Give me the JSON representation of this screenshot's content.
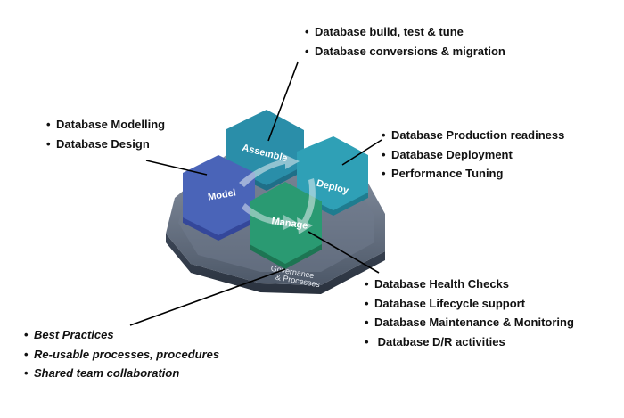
{
  "hexagons": {
    "assemble": {
      "label": "Assemble",
      "color": "#2a8ea9"
    },
    "deploy": {
      "label": "Deploy",
      "color": "#2fa0b6"
    },
    "model": {
      "label": "Model",
      "color": "#4a64b8"
    },
    "manage": {
      "label": "Manage",
      "color": "#2a9a72"
    }
  },
  "base": {
    "label_line1": "Governance",
    "label_line2": "& Processes",
    "color": "#5f6c80"
  },
  "bullet_glyph": "•",
  "callouts": {
    "assemble": [
      "Database build, test & tune",
      "Database conversions & migration"
    ],
    "model": [
      "Database Modelling",
      "Database Design"
    ],
    "deploy": [
      "Database Production readiness",
      "Database Deployment",
      "Performance Tuning"
    ],
    "manage": [
      "Database Health Checks",
      "Database Lifecycle support",
      "Database Maintenance & Monitoring",
      " Database D/R activities"
    ],
    "governance": [
      "Best Practices",
      "Re-usable processes, procedures",
      "Shared team collaboration"
    ]
  }
}
